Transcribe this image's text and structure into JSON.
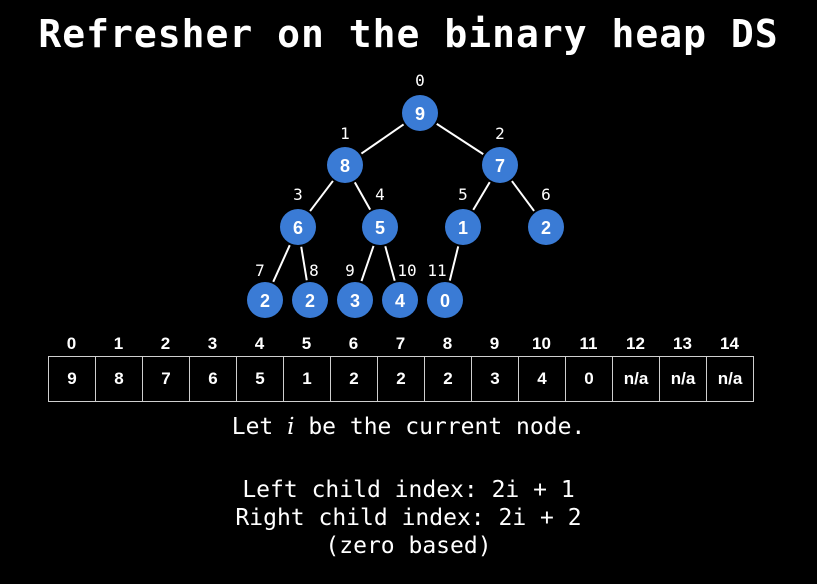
{
  "title": "Refresher on the binary heap DS",
  "tree": {
    "nodes": [
      {
        "index": "0",
        "value": "9"
      },
      {
        "index": "1",
        "value": "8"
      },
      {
        "index": "2",
        "value": "7"
      },
      {
        "index": "3",
        "value": "6"
      },
      {
        "index": "4",
        "value": "5"
      },
      {
        "index": "5",
        "value": "1"
      },
      {
        "index": "6",
        "value": "2"
      },
      {
        "index": "7",
        "value": "2"
      },
      {
        "index": "8",
        "value": "2"
      },
      {
        "index": "9",
        "value": "3"
      },
      {
        "index": "10",
        "value": "4"
      },
      {
        "index": "11",
        "value": "0"
      }
    ],
    "node_color": "#3a7bd5",
    "edge_color": "#ffffff"
  },
  "array": {
    "indices": [
      "0",
      "1",
      "2",
      "3",
      "4",
      "5",
      "6",
      "7",
      "8",
      "9",
      "10",
      "11",
      "12",
      "13",
      "14"
    ],
    "values": [
      "9",
      "8",
      "7",
      "6",
      "5",
      "1",
      "2",
      "2",
      "2",
      "3",
      "4",
      "0",
      "n/a",
      "n/a",
      "n/a"
    ]
  },
  "text": {
    "line1_prefix": "Let ",
    "line1_var": "i",
    "line1_suffix": " be the current node.",
    "left_child": "Left child index: 2i + 1",
    "right_child": "Right child index: 2i + 2",
    "zero_based": "(zero based)"
  }
}
